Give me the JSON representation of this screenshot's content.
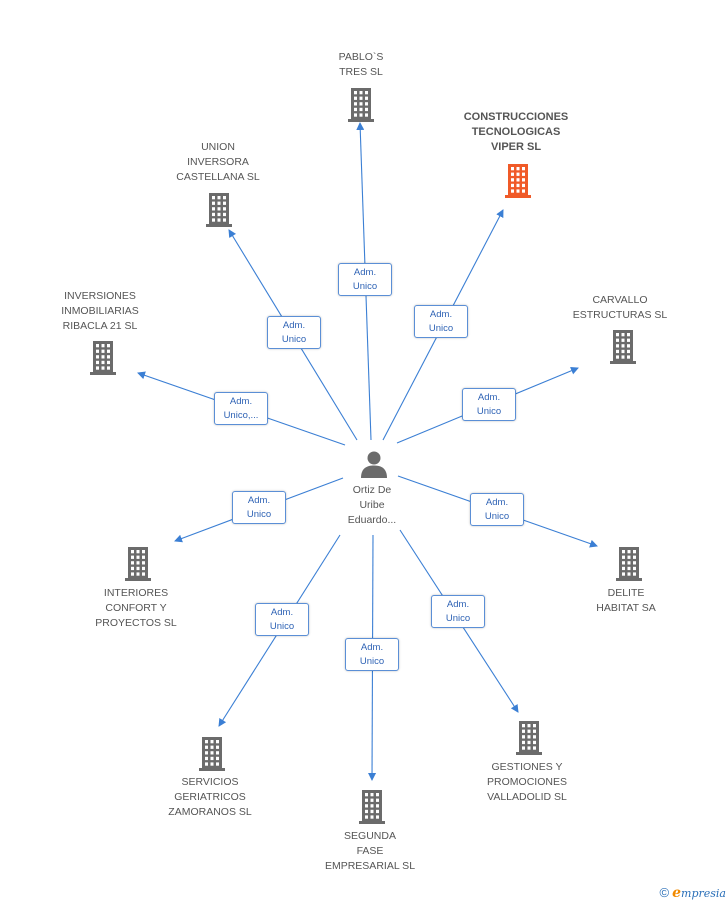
{
  "center": {
    "label": "Ortiz De\nUribe\nEduardo...",
    "icon": "person-icon"
  },
  "companies": [
    {
      "id": "pablos",
      "label": "PABLO`S\nTRES SL",
      "highlight": false,
      "icon": "building-icon",
      "role": "Adm.\nUnico"
    },
    {
      "id": "viper",
      "label": "CONSTRUCCIONES\nTECNOLOGICAS\nVIPER SL",
      "highlight": true,
      "icon": "building-icon",
      "role": "Adm.\nUnico"
    },
    {
      "id": "union",
      "label": "UNION\nINVERSORA\nCASTELLANA SL",
      "highlight": false,
      "icon": "building-icon",
      "role": "Adm.\nUnico"
    },
    {
      "id": "ribacla",
      "label": "INVERSIONES\nINMOBILIARIAS\nRIBACLA 21 SL",
      "highlight": false,
      "icon": "building-icon",
      "role": "Adm.\nUnico,..."
    },
    {
      "id": "carvallo",
      "label": "CARVALLO\nESTRUCTURAS SL",
      "highlight": false,
      "icon": "building-icon",
      "role": "Adm.\nUnico"
    },
    {
      "id": "interiores",
      "label": "INTERIORES\nCONFORT Y\nPROYECTOS SL",
      "highlight": false,
      "icon": "building-icon",
      "role": "Adm.\nUnico"
    },
    {
      "id": "delite",
      "label": "DELITE\nHABITAT SA",
      "highlight": false,
      "icon": "building-icon",
      "role": "Adm.\nUnico"
    },
    {
      "id": "servicios",
      "label": "SERVICIOS\nGERIATRICOS\nZAMORANOS SL",
      "highlight": false,
      "icon": "building-icon",
      "role": "Adm.\nUnico"
    },
    {
      "id": "segunda",
      "label": "SEGUNDA\nFASE\nEMPRESARIAL SL",
      "highlight": false,
      "icon": "building-icon",
      "role": "Adm.\nUnico"
    },
    {
      "id": "gestiones",
      "label": "GESTIONES Y\nPROMOCIONES\nVALLADOLID SL",
      "highlight": false,
      "icon": "building-icon",
      "role": "Adm.\nUnico"
    }
  ],
  "colors": {
    "edge": "#3b7fd4",
    "building": "#6b6b6b",
    "highlight": "#f05a28",
    "role_text": "#2f63b5"
  },
  "footer": {
    "copyright": "©",
    "brand_initial": "e",
    "brand_rest": "mpresia"
  }
}
